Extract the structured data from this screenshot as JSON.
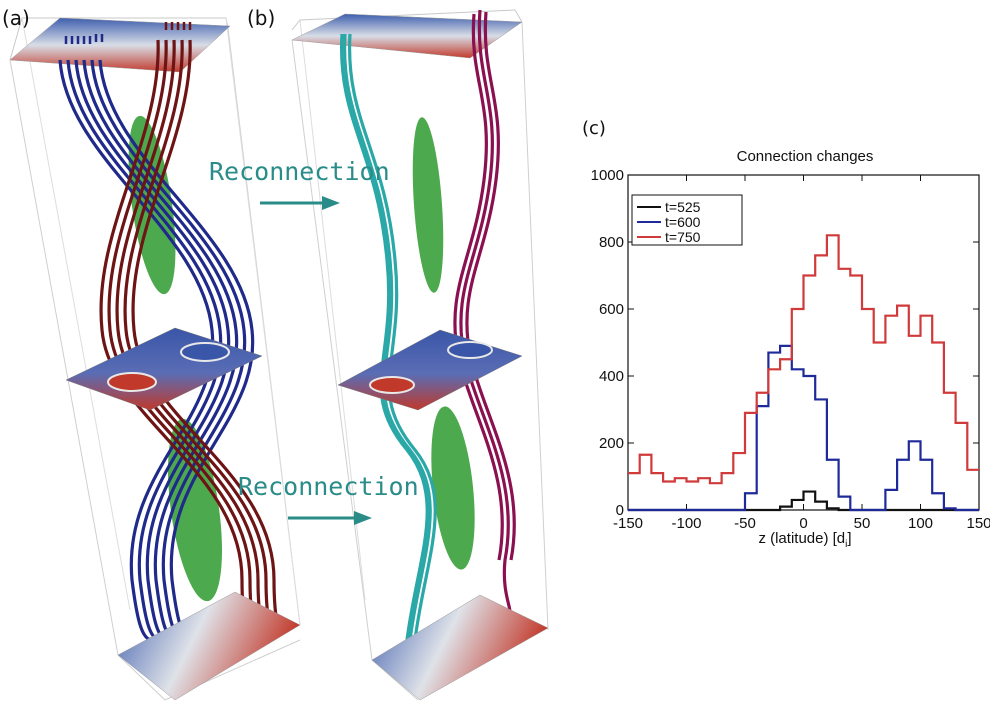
{
  "panels": {
    "a": "(a)",
    "b": "(b)",
    "c": "(c)"
  },
  "reconnection_label": "Reconnection",
  "colors": {
    "field_blue": "#1f2a8a",
    "field_red": "#6e1414",
    "field_cyan": "#2aa8a8",
    "field_magenta": "#8a1050",
    "current_green": "#2e9a2e",
    "plane_blue": "#3b5aa8",
    "plane_red": "#c0392b",
    "arrow_teal": "#2a8c88"
  },
  "chart_data": {
    "type": "line",
    "title": "Connection changes",
    "xlabel": "z (latitude) [d",
    "xlabel_sub": "i",
    "xlabel_end": "]",
    "ylabel": "",
    "xlim": [
      -150,
      150
    ],
    "ylim": [
      0,
      1000
    ],
    "xticks": [
      "-150",
      "-100",
      "-50",
      "0",
      "50",
      "100",
      "150"
    ],
    "xtick_values": [
      -150,
      -100,
      -50,
      0,
      50,
      100,
      150
    ],
    "yticks": [
      "0",
      "200",
      "400",
      "600",
      "800",
      "1000"
    ],
    "ytick_values": [
      0,
      200,
      400,
      600,
      800,
      1000
    ],
    "bin_edges": [
      -150,
      -140,
      -130,
      -120,
      -110,
      -100,
      -90,
      -80,
      -70,
      -60,
      -50,
      -40,
      -30,
      -20,
      -10,
      0,
      10,
      20,
      30,
      40,
      50,
      60,
      70,
      80,
      90,
      100,
      110,
      120,
      130,
      140,
      150
    ],
    "legend_position": "top-left",
    "series": [
      {
        "name": "t=525",
        "color": "#111111",
        "values": [
          0,
          0,
          0,
          0,
          0,
          0,
          0,
          0,
          0,
          0,
          0,
          0,
          0,
          10,
          30,
          55,
          25,
          5,
          0,
          0,
          0,
          0,
          0,
          0,
          0,
          0,
          0,
          0,
          0,
          0
        ]
      },
      {
        "name": "t=600",
        "color": "#1f2a9a",
        "values": [
          0,
          0,
          0,
          0,
          0,
          0,
          0,
          0,
          0,
          0,
          50,
          310,
          470,
          490,
          420,
          400,
          330,
          150,
          40,
          0,
          0,
          0,
          60,
          150,
          205,
          150,
          50,
          5,
          0,
          0
        ]
      },
      {
        "name": "t=750",
        "color": "#d03a3a",
        "values": [
          110,
          165,
          110,
          85,
          95,
          85,
          95,
          80,
          110,
          170,
          290,
          350,
          420,
          450,
          600,
          700,
          760,
          820,
          720,
          700,
          600,
          500,
          580,
          610,
          520,
          580,
          500,
          350,
          260,
          120
        ]
      }
    ]
  }
}
